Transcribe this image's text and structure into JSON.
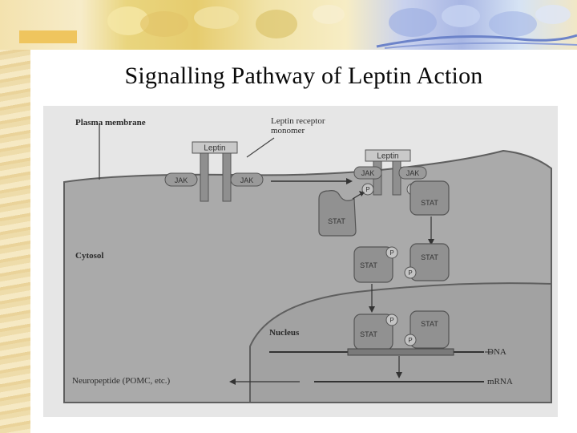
{
  "slide": {
    "title": "Signalling Pathway of Leptin Action"
  },
  "diagram": {
    "labels": {
      "plasma_membrane": "Plasma membrane",
      "receptor_monomer_line1": "Leptin receptor",
      "receptor_monomer_line2": "monomer",
      "leptin": "Leptin",
      "jak": "JAK",
      "stat": "STAT",
      "p": "P",
      "cytosol": "Cytosol",
      "nucleus": "Nucleus",
      "dna": "DNA",
      "mrna": "mRNA",
      "neuropeptide": "Neuropeptide (POMC, etc.)"
    }
  },
  "colors": {
    "cell_fill": "#a9a9a9",
    "protein_fill": "#969696",
    "figure_bg": "#e4e4e4"
  }
}
